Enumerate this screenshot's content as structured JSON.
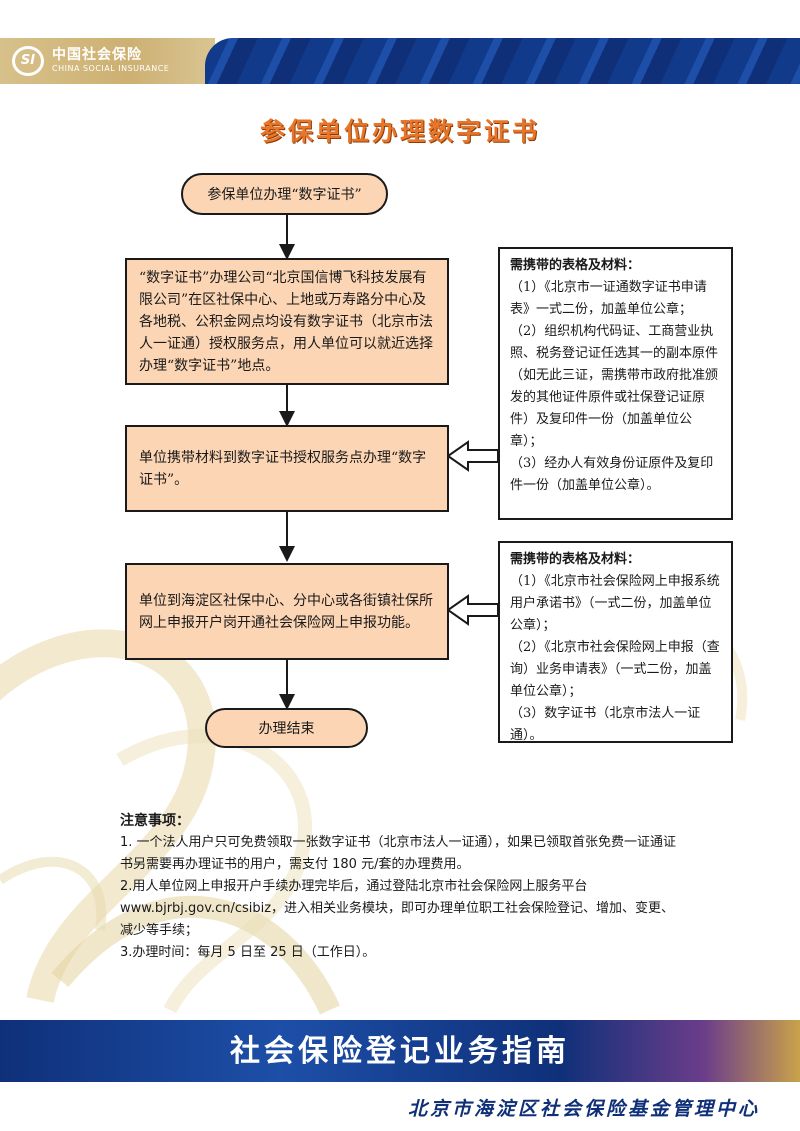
{
  "header": {
    "logo_mark": "SI",
    "logo_cn": "中国社会保险",
    "logo_en": "CHINA SOCIAL INSURANCE"
  },
  "title": "参保单位办理数字证书",
  "flow": {
    "start": "参保单位办理“数字证书”",
    "step1": "“数字证书”办理公司“北京国信博飞科技发展有限公司”在区社保中心、上地或万寿路分中心及各地税、公积金网点均设有数字证书（北京市法人一证通）授权服务点，用人单位可以就近选择办理“数字证书”地点。",
    "step2": "单位携带材料到数字证书授权服务点办理“数字证书”。",
    "step3": "单位到海淀区社保中心、分中心或各街镇社保所网上申报开户岗开通社会保险网上申报功能。",
    "end": "办理结束"
  },
  "note1": {
    "heading": "需携带的表格及材料：",
    "items": [
      "（1）《北京市一证通数字证书申请表》一式二份，加盖单位公章；",
      "（2）组织机构代码证、工商营业执照、税务登记证任选其一的副本原件（如无此三证，需携带市政府批准颁发的其他证件原件或社保登记证原件）及复印件一份（加盖单位公章）；",
      "（3）经办人有效身份证原件及复印件一份（加盖单位公章）。"
    ]
  },
  "note2": {
    "heading": "需携带的表格及材料：",
    "items": [
      "（1）《北京市社会保险网上申报系统用户承诺书》（一式二份，加盖单位公章）；",
      "（2）《北京市社会保险网上申报（查询）业务申请表》（一式二份，加盖单位公章）；",
      "（3）数字证书（北京市法人一证通）。"
    ]
  },
  "notices": {
    "title": "注意事项：",
    "items": [
      "1. 一个法人用户只可免费领取一张数字证书（北京市法人一证通），如果已领取首张免费一证通证书另需要再办理证书的用户，需支付 180 元/套的办理费用。",
      "2.用人单位网上申报开户手续办理完毕后，通过登陆北京市社会保险网上服务平台 www.bjrbj.gov.cn/csibiz，进入相关业务模块，即可办理单位职工社会保险登记、增加、变更、减少等手续；",
      "3.办理时间：每月 5 日至 25 日（工作日）。"
    ]
  },
  "footer": {
    "title": "社会保险登记业务指南",
    "subtitle": "北京市海淀区社会保险基金管理中心"
  },
  "colors": {
    "box_fill": "#fcd5b4",
    "title": "#e8762a",
    "brand_blue": "#0f3079",
    "gold": "#cdb072"
  }
}
